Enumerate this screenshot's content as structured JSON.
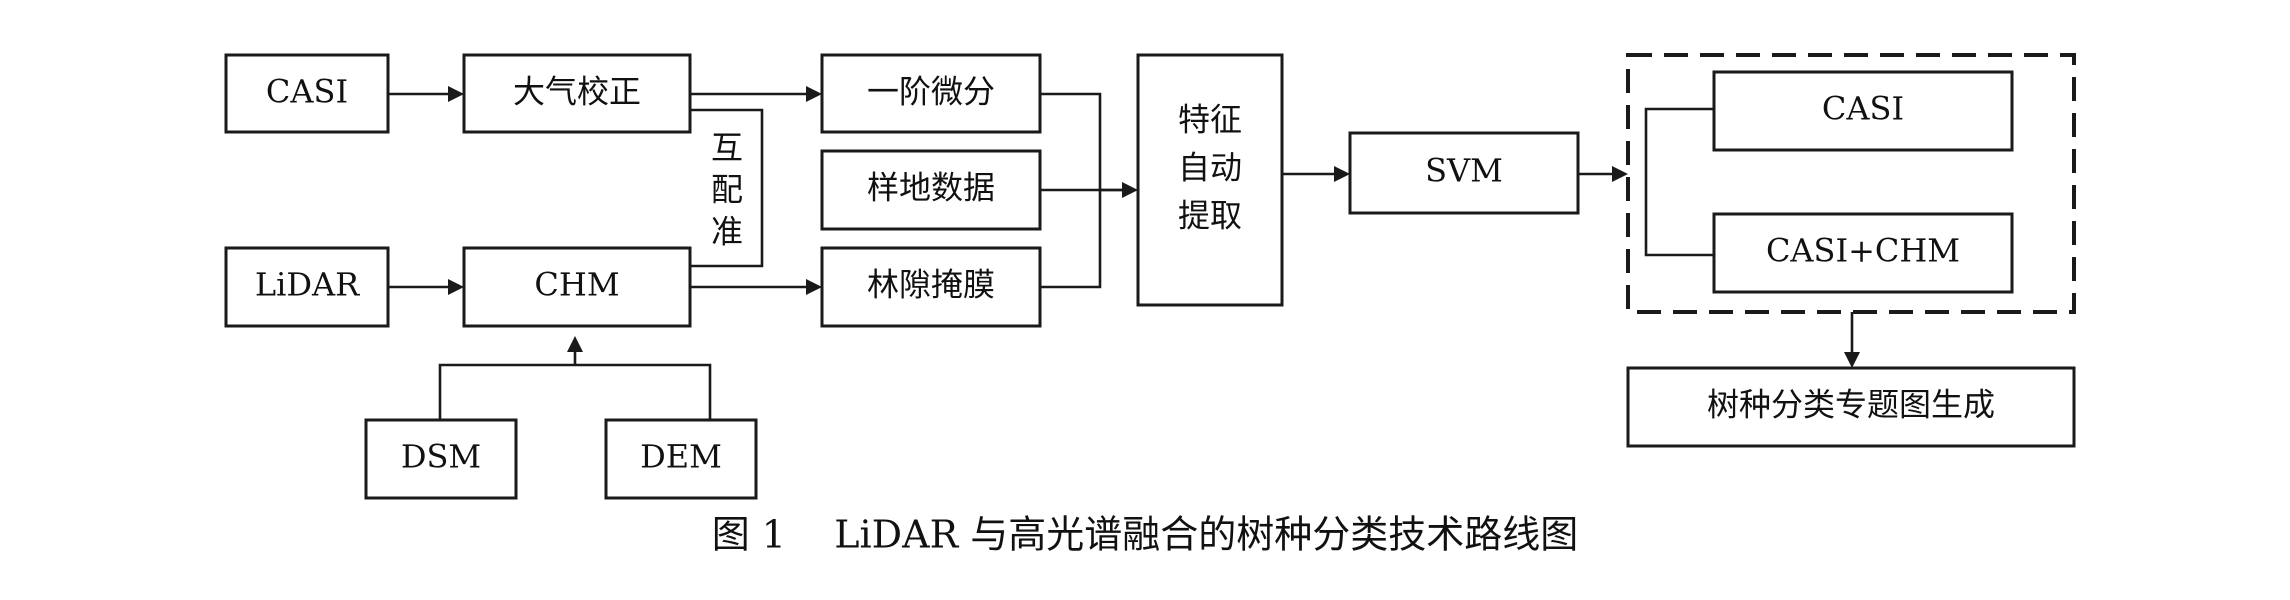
{
  "nodes": {
    "casi_input": "CASI",
    "atmo_correction": "大气校正",
    "first_derivative": "一阶微分",
    "sample_plot_data": "样地数据",
    "lidar_input": "LiDAR",
    "chm": "CHM",
    "gap_mask": "林隙掩膜",
    "dsm": "DSM",
    "dem": "DEM",
    "feature_auto_extract": [
      "特征",
      "自动",
      "提取"
    ],
    "svm": "SVM",
    "result_casi": "CASI",
    "result_casi_chm": "CASI+CHM",
    "map_generation": "树种分类专题图生成"
  },
  "coregistration_label": [
    "互",
    "配",
    "准"
  ],
  "caption": "图 1    LiDAR 与高光谱融合的树种分类技术路线图"
}
